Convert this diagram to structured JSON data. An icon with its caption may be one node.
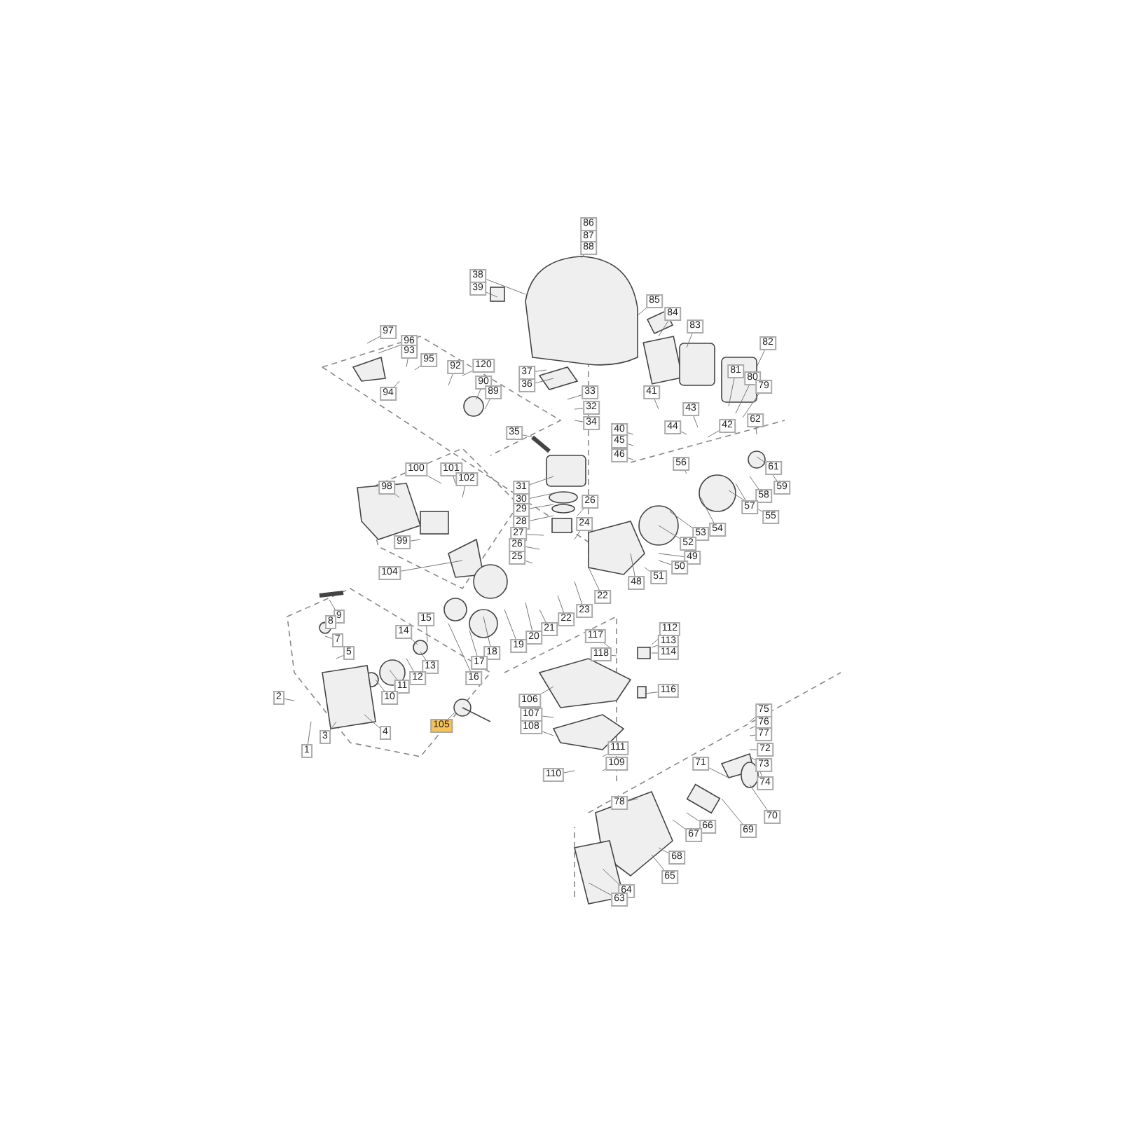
{
  "diagram": {
    "labels": [
      "86",
      "87",
      "88",
      "38",
      "39",
      "85",
      "84",
      "83",
      "82",
      "97",
      "96",
      "93",
      "95",
      "92",
      "120",
      "37",
      "36",
      "90",
      "89",
      "94",
      "35",
      "33",
      "32",
      "34",
      "81",
      "80",
      "79",
      "41",
      "43",
      "44",
      "42",
      "62",
      "40",
      "45",
      "46",
      "61",
      "56",
      "59",
      "58",
      "57",
      "55",
      "54",
      "53",
      "52",
      "49",
      "50",
      "51",
      "48",
      "100",
      "101",
      "102",
      "98",
      "99",
      "104",
      "31",
      "30",
      "29",
      "28",
      "27",
      "26",
      "25",
      "26",
      "24",
      "23",
      "22",
      "22",
      "21",
      "20",
      "19",
      "18",
      "17",
      "16",
      "15",
      "14",
      "13",
      "12",
      "11",
      "10",
      "9",
      "8",
      "7",
      "5",
      "2",
      "3",
      "4",
      "1",
      "105",
      "106",
      "107",
      "108",
      "117",
      "112",
      "113",
      "114",
      "118",
      "116",
      "111",
      "109",
      "110",
      "75",
      "76",
      "77",
      "72",
      "73",
      "74",
      "71",
      "70",
      "69",
      "78",
      "66",
      "67",
      "68",
      "65",
      "64",
      "63"
    ]
  }
}
